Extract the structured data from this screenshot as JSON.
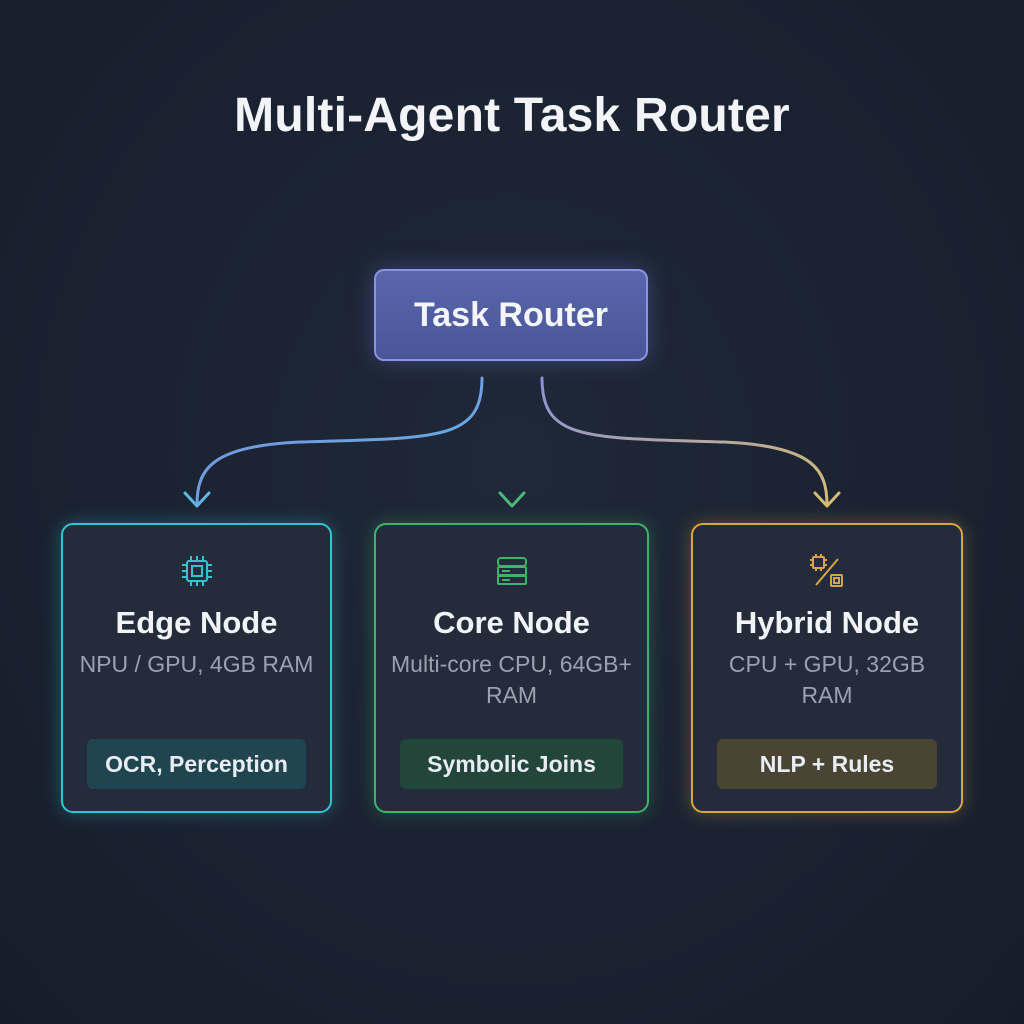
{
  "title": "Multi-Agent Task Router",
  "router": {
    "label": "Task Router"
  },
  "colors": {
    "edge": "#36c3d1",
    "core": "#3fb36b",
    "hybrid": "#d8a641",
    "router": "#8a93e6"
  },
  "nodes": [
    {
      "id": "edge",
      "icon": "chip-icon",
      "name": "Edge Node",
      "spec": "NPU / GPU, 4GB RAM",
      "task": "OCR, Perception"
    },
    {
      "id": "core",
      "icon": "server-icon",
      "name": "Core Node",
      "spec": "Multi-core CPU, 64GB+ RAM",
      "task": "Symbolic Joins"
    },
    {
      "id": "hybrid",
      "icon": "chip-percent-icon",
      "name": "Hybrid Node",
      "spec": "CPU + GPU, 32GB RAM",
      "task": "NLP + Rules"
    }
  ]
}
